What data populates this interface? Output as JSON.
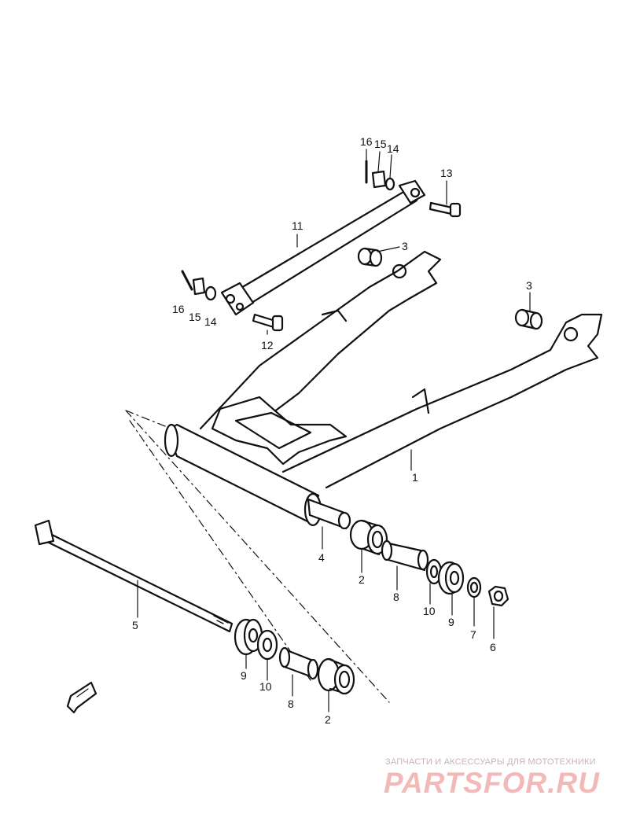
{
  "callouts": {
    "c16a": "16",
    "c15a": "15",
    "c14a": "14",
    "c13": "13",
    "c11": "11",
    "c3a": "3",
    "c3b": "3",
    "c16b": "16",
    "c15b": "15",
    "c14b": "14",
    "c12": "12",
    "c1": "1",
    "c4": "4",
    "c2a": "2",
    "c8a": "8",
    "c10a": "10",
    "c9a": "9",
    "c7": "7",
    "c6": "6",
    "c5": "5",
    "c9b": "9",
    "c10b": "10",
    "c8b": "8",
    "c2b": "2"
  },
  "watermark": {
    "tagline": "ЗАПЧАСТИ И АКСЕССУАРЫ ДЛЯ МОТОТЕХНИКИ",
    "logo_text": "PARTSFOR.RU"
  },
  "colors": {
    "ink": "#111111",
    "watermark_tag": "#c9b3b3",
    "watermark_logo": "#f3b9b9"
  }
}
